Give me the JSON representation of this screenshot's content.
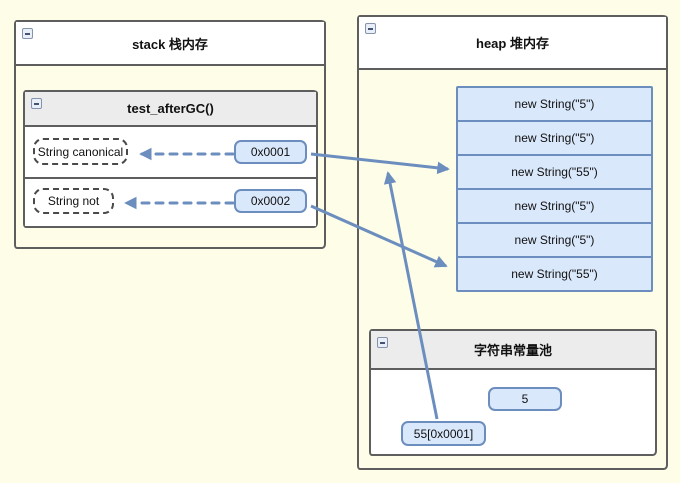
{
  "colors": {
    "background": "#FDFDE8",
    "frame_border": "#5E5E5E",
    "node_fill": "#DAE8FC",
    "node_stroke": "#6C8EBF",
    "title_bar_gray": "#ECECEC",
    "title_bar_white": "#FFFFFF"
  },
  "stack": {
    "title": "stack 栈内存",
    "frame": {
      "title": "test_afterGC()",
      "rows": [
        {
          "variable": "String canonical",
          "pointer": "0x0001"
        },
        {
          "variable": "String not",
          "pointer": "0x0002"
        }
      ]
    }
  },
  "heap": {
    "title": "heap 堆内存",
    "objects": [
      "new String(\"5\")",
      "new String(\"5\")",
      "new String(\"55\")",
      "new String(\"5\")",
      "new String(\"5\")",
      "new String(\"55\")"
    ],
    "pool": {
      "title": "字符串常量池",
      "entries": [
        "5",
        "55[0x0001]"
      ]
    }
  }
}
